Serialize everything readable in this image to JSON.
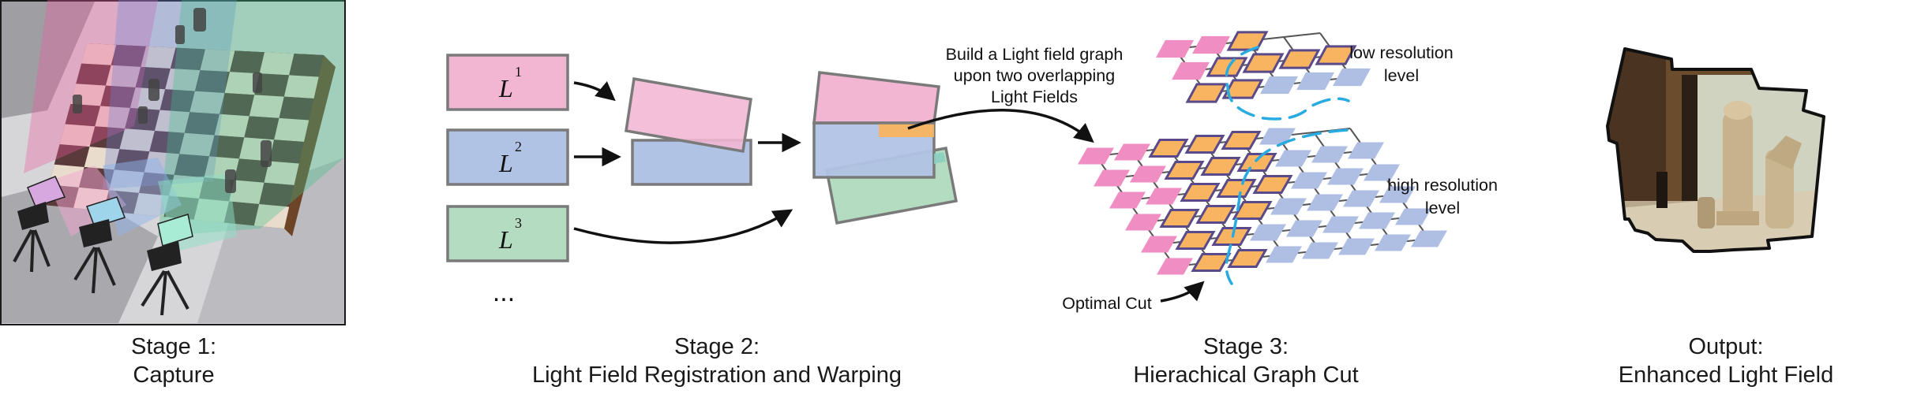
{
  "stages": [
    {
      "title": "Stage 1:",
      "subtitle": "Capture"
    },
    {
      "title": "Stage 2:",
      "subtitle": "Light Field Registration and Warping"
    },
    {
      "title": "Stage 3:",
      "subtitle": "Hierachical Graph Cut"
    },
    {
      "title": "Output:",
      "subtitle": "Enhanced Light Field"
    }
  ],
  "light_fields": [
    {
      "label": "L",
      "index": "1",
      "color": "#f2b6d3"
    },
    {
      "label": "L",
      "index": "2",
      "color": "#b1c3e5"
    },
    {
      "label": "L",
      "index": "3",
      "color": "#b3dcc0"
    }
  ],
  "ellipsis": "...",
  "annotations": {
    "build_graph": [
      "Build a Light field graph",
      "upon two overlapping",
      "Light Fields"
    ],
    "low_res": [
      "low resolution",
      "level"
    ],
    "high_res": [
      "high resolution",
      "level"
    ],
    "optimal_cut": "Optimal Cut"
  },
  "colors": {
    "pink": "#f08dc2",
    "blue": "#aebfe3",
    "orange": "#f8b460",
    "cut": "#29abe2"
  }
}
